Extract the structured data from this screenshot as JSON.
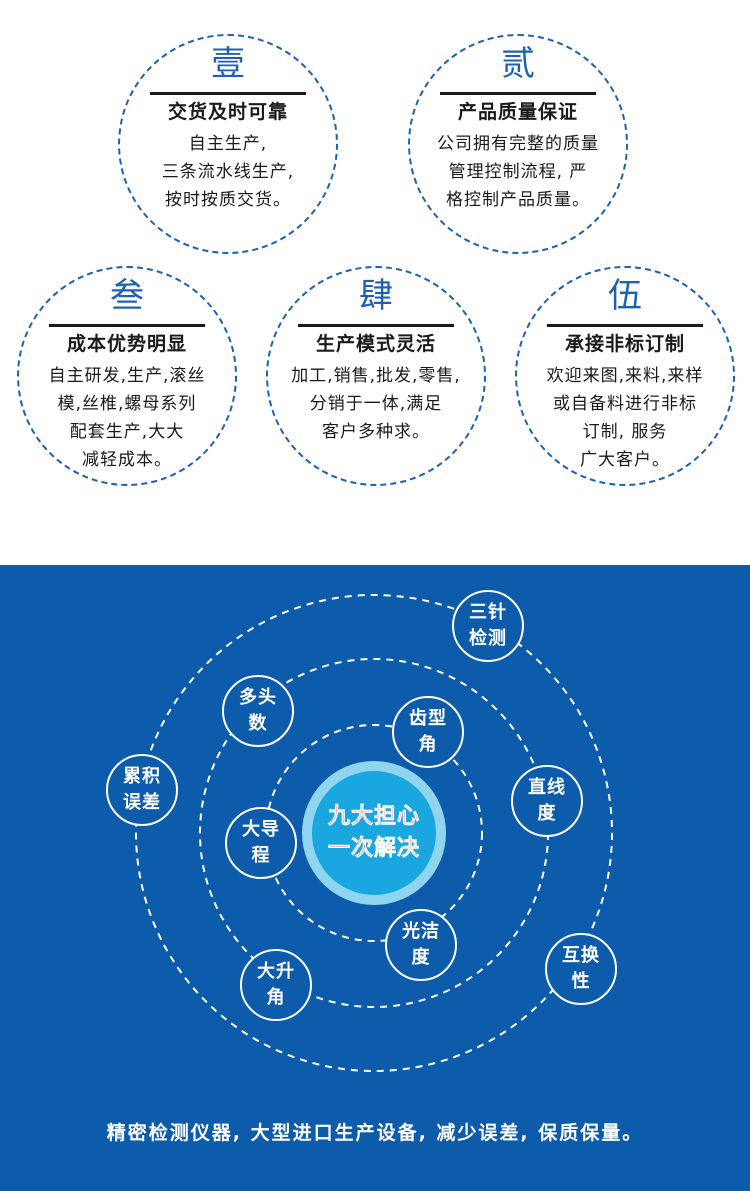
{
  "features": [
    {
      "num": "壹",
      "title": "交货及时可靠",
      "lines": [
        "自主生产,",
        "三条流水线生产,",
        "按时按质交货。"
      ]
    },
    {
      "num": "贰",
      "title": "产品质量保证",
      "lines": [
        "公司拥有完整的质量",
        "管理控制流程, 严",
        "格控制产品质量。"
      ]
    },
    {
      "num": "叁",
      "title": "成本优势明显",
      "lines": [
        "自主研发,生产,滚丝",
        "模,丝椎,螺母系列",
        "配套生产,大大",
        "减轻成本。"
      ]
    },
    {
      "num": "肆",
      "title": "生产模式灵活",
      "lines": [
        "加工,销售,批发,零售,",
        "分销于一体,满足",
        "客户多种求。"
      ]
    },
    {
      "num": "伍",
      "title": "承接非标订制",
      "lines": [
        "欢迎来图,来料,来样",
        "或自备料进行非标",
        "订制, 服务",
        "广大客户。"
      ]
    }
  ],
  "diagram": {
    "center": [
      "九大担心",
      "一次解决"
    ],
    "nodes": [
      {
        "id": "sanzhen",
        "lines": [
          "三针",
          "检测"
        ]
      },
      {
        "id": "duotou",
        "lines": [
          "多头",
          "数"
        ]
      },
      {
        "id": "chixing",
        "lines": [
          "齿型",
          "角"
        ]
      },
      {
        "id": "leiji",
        "lines": [
          "累积",
          "误差"
        ]
      },
      {
        "id": "zhixian",
        "lines": [
          "直线",
          "度"
        ]
      },
      {
        "id": "dadao",
        "lines": [
          "大导",
          "程"
        ]
      },
      {
        "id": "guangjie",
        "lines": [
          "光洁",
          "度"
        ]
      },
      {
        "id": "huhuan",
        "lines": [
          "互换",
          "性"
        ]
      },
      {
        "id": "dasheng",
        "lines": [
          "大升",
          "角"
        ]
      }
    ],
    "colors": {
      "background": "#0c5cab",
      "center_outer": "#8fd5f0",
      "center_inner": "#1aa7e0",
      "center_text": "#e8152a",
      "rings": "#ffffff"
    }
  },
  "footer": "精密检测仪器, 大型进口生产设备, 减少误差, 保质保量。"
}
